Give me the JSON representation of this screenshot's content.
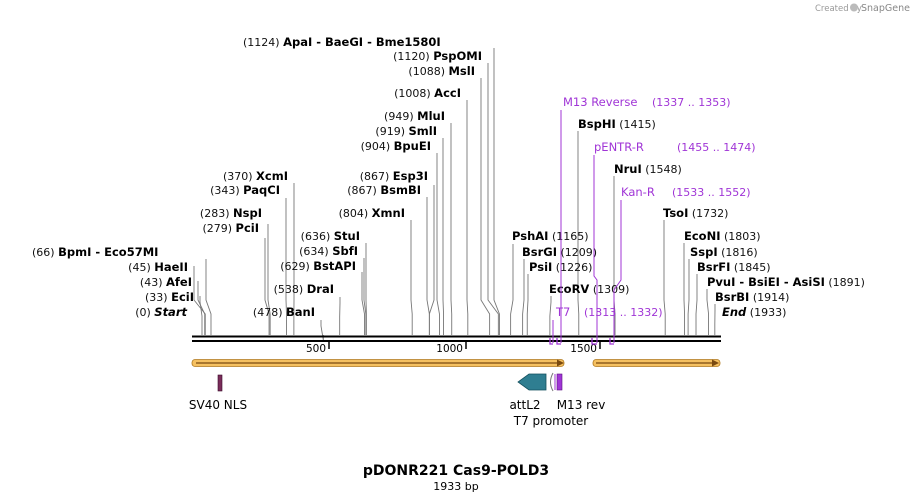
{
  "branding": {
    "created_by": "Created by",
    "product": "SnapGene"
  },
  "map": {
    "title": "pDONR221 Cas9-POLD3",
    "length": 1933,
    "length_label": "1933 bp",
    "ticks": [
      500,
      1000,
      1500
    ]
  },
  "sites": [
    {
      "pos": 0,
      "pos_label": "(0)",
      "name": "Start",
      "extra": "",
      "pos_after": false,
      "ends": true
    },
    {
      "pos": 33,
      "pos_label": "(33)",
      "name": "EciI",
      "extra": "",
      "pos_after": false
    },
    {
      "pos": 43,
      "pos_label": "(43)",
      "name": "AfeI",
      "extra": "",
      "pos_after": false
    },
    {
      "pos": 45,
      "pos_label": "(45)",
      "name": "HaeII",
      "extra": "",
      "pos_after": false
    },
    {
      "pos": 66,
      "pos_label": "(66)",
      "name": "BpmI",
      "extra": "Eco57MI",
      "pos_after": false
    },
    {
      "pos": 279,
      "pos_label": "(279)",
      "name": "PciI",
      "extra": "",
      "pos_after": false
    },
    {
      "pos": 283,
      "pos_label": "(283)",
      "name": "NspI",
      "extra": "",
      "pos_after": false
    },
    {
      "pos": 343,
      "pos_label": "(343)",
      "name": "PaqCI",
      "extra": "",
      "pos_after": false
    },
    {
      "pos": 370,
      "pos_label": "(370)",
      "name": "XcmI",
      "extra": "",
      "pos_after": false
    },
    {
      "pos": 478,
      "pos_label": "(478)",
      "name": "BanI",
      "extra": "",
      "pos_after": false
    },
    {
      "pos": 538,
      "pos_label": "(538)",
      "name": "DraI",
      "extra": "",
      "pos_after": false
    },
    {
      "pos": 629,
      "pos_label": "(629)",
      "name": "BstAPI",
      "extra": "",
      "pos_after": false
    },
    {
      "pos": 634,
      "pos_label": "(634)",
      "name": "SbfI",
      "extra": "",
      "pos_after": false
    },
    {
      "pos": 636,
      "pos_label": "(636)",
      "name": "StuI",
      "extra": "",
      "pos_after": false
    },
    {
      "pos": 804,
      "pos_label": "(804)",
      "name": "XmnI",
      "extra": "",
      "pos_after": false
    },
    {
      "pos": 867,
      "pos_label": "(867)",
      "name": "BsmBI",
      "extra": "",
      "pos_after": false
    },
    {
      "pos": 867,
      "pos_label": "(867)",
      "name": "Esp3I",
      "extra": "",
      "pos_after": false
    },
    {
      "pos": 904,
      "pos_label": "(904)",
      "name": "BpuEI",
      "extra": "",
      "pos_after": false
    },
    {
      "pos": 919,
      "pos_label": "(919)",
      "name": "SmlI",
      "extra": "",
      "pos_after": false
    },
    {
      "pos": 949,
      "pos_label": "(949)",
      "name": "MluI",
      "extra": "",
      "pos_after": false
    },
    {
      "pos": 1008,
      "pos_label": "(1008)",
      "name": "AccI",
      "extra": "",
      "pos_after": false
    },
    {
      "pos": 1088,
      "pos_label": "(1088)",
      "name": "MslI",
      "extra": "",
      "pos_after": false
    },
    {
      "pos": 1120,
      "pos_label": "(1120)",
      "name": "PspOMI",
      "extra": "",
      "pos_after": false
    },
    {
      "pos": 1124,
      "pos_label": "(1124)",
      "name": "ApaI",
      "extra": "BaeGI - Bme1580I",
      "pos_after": false
    },
    {
      "pos": 1165,
      "pos_label": "(1165)",
      "name": "PshAI",
      "extra": "",
      "pos_after": true
    },
    {
      "pos": 1209,
      "pos_label": "(1209)",
      "name": "BsrGI",
      "extra": "",
      "pos_after": true
    },
    {
      "pos": 1226,
      "pos_label": "(1226)",
      "name": "PsiI",
      "extra": "",
      "pos_after": true
    },
    {
      "pos": 1309,
      "pos_label": "(1309)",
      "name": "EcoRV",
      "extra": "",
      "pos_after": true
    },
    {
      "pos": 1415,
      "pos_label": "(1415)",
      "name": "BspHI",
      "extra": "",
      "pos_after": true
    },
    {
      "pos": 1548,
      "pos_label": "(1548)",
      "name": "NruI",
      "extra": "",
      "pos_after": true
    },
    {
      "pos": 1732,
      "pos_label": "(1732)",
      "name": "TsoI",
      "extra": "",
      "pos_after": true
    },
    {
      "pos": 1803,
      "pos_label": "(1803)",
      "name": "EcoNI",
      "extra": "",
      "pos_after": true
    },
    {
      "pos": 1816,
      "pos_label": "(1816)",
      "name": "SspI",
      "extra": "",
      "pos_after": true
    },
    {
      "pos": 1845,
      "pos_label": "(1845)",
      "name": "BsrFI",
      "extra": "",
      "pos_after": true
    },
    {
      "pos": 1891,
      "pos_label": "(1891)",
      "name": "PvuI",
      "extra": "BsiEI - AsiSI",
      "pos_after": true
    },
    {
      "pos": 1914,
      "pos_label": "(1914)",
      "name": "BsrBI",
      "extra": "",
      "pos_after": true
    },
    {
      "pos": 1933,
      "pos_label": "(1933)",
      "name": "End",
      "extra": "",
      "pos_after": true,
      "ends": true
    }
  ],
  "primers": [
    {
      "name": "M13 Reverse",
      "range": "(1337 .. 1353)"
    },
    {
      "name": "pENTR-R",
      "range": "(1455 .. 1474)"
    },
    {
      "name": "Kan-R",
      "range": "(1533 .. 1552)"
    },
    {
      "name": "T7",
      "range": "(1313 .. 1332)"
    }
  ],
  "features": [
    {
      "name": "SV40 NLS"
    },
    {
      "name": "attL2"
    },
    {
      "name": "M13 rev"
    },
    {
      "name": "T7 promoter"
    }
  ],
  "colors": {
    "backbone": "#000000",
    "orf_fill": "#f5c060",
    "orf_stroke": "#b07a20",
    "attl2": "#2f7e91",
    "nls": "#7a2d5a",
    "primer": "#a035d6",
    "leader": "#777777"
  }
}
